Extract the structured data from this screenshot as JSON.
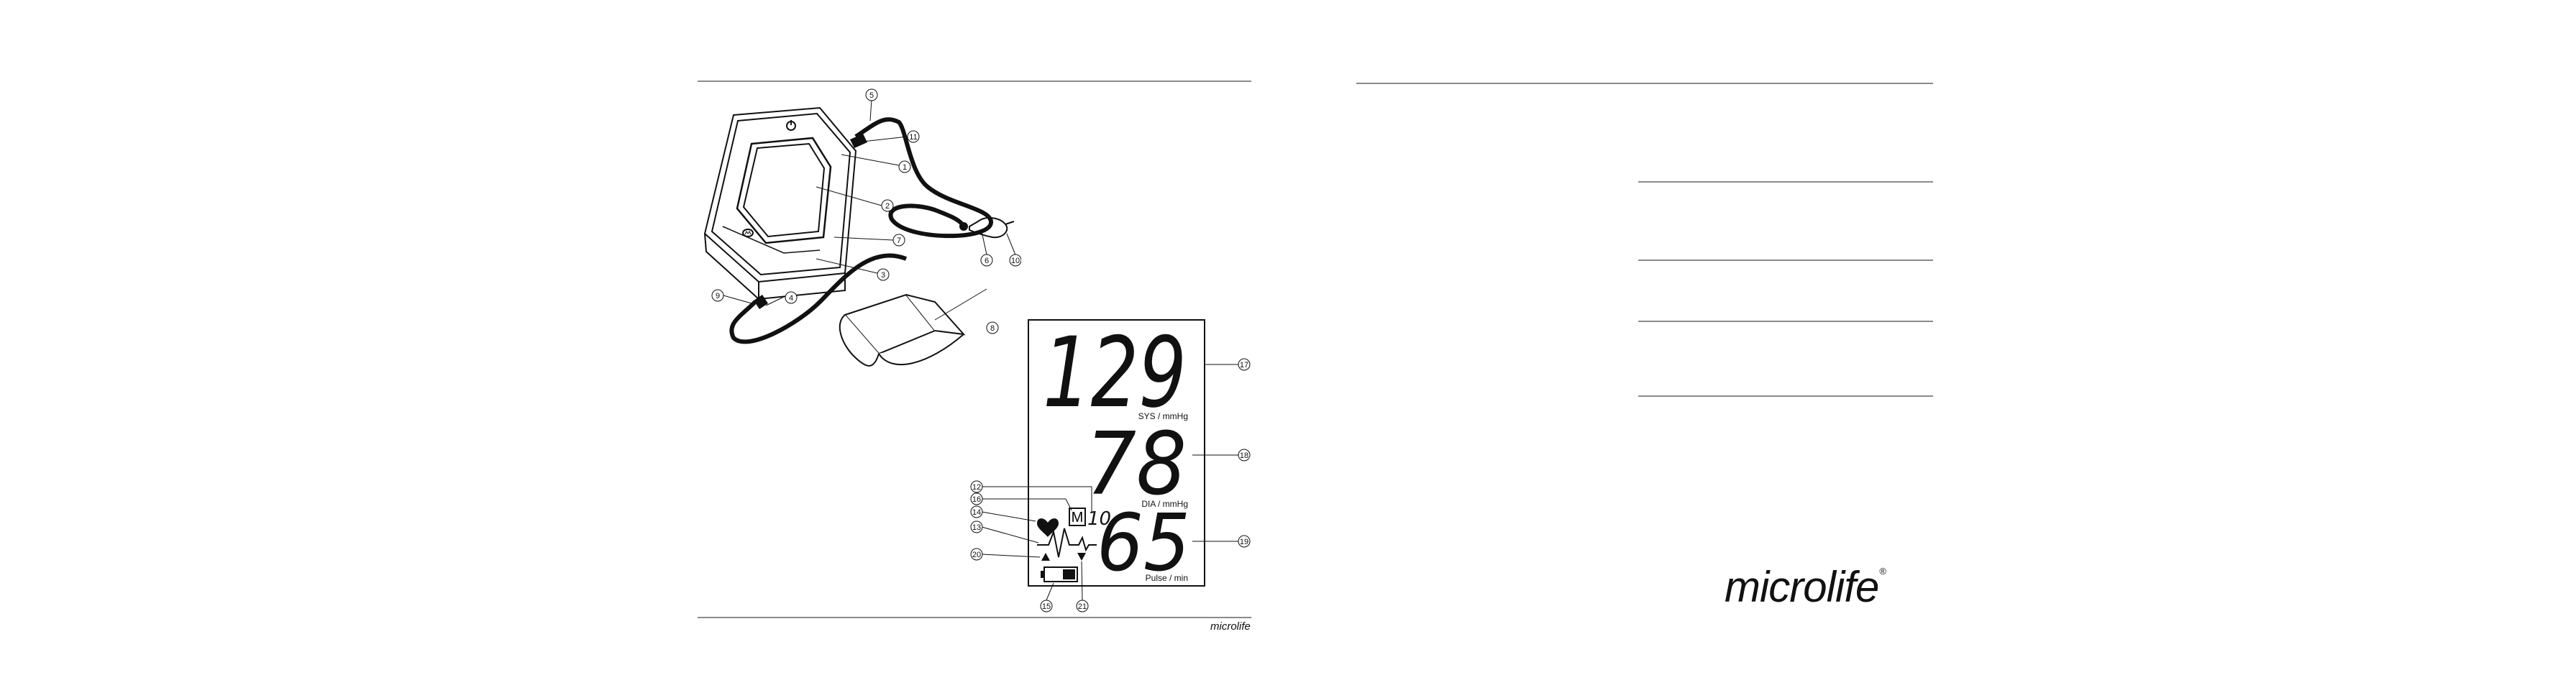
{
  "left_page": {
    "device_callouts": [
      "1",
      "2",
      "3",
      "4",
      "5",
      "6",
      "7",
      "8",
      "9",
      "10",
      "11"
    ],
    "display": {
      "systolic": "129",
      "systolic_unit": "SYS / mmHg",
      "diastolic": "78",
      "diastolic_unit": "DIA / mmHg",
      "pulse": "65",
      "pulse_unit": "Pulse / min",
      "memory_symbol": "M",
      "memory_number": "10",
      "callouts": [
        "12",
        "13",
        "14",
        "15",
        "16",
        "17",
        "18",
        "19",
        "20",
        "21"
      ]
    },
    "footer_brand": "microlife"
  },
  "right_page": {
    "brand_logo": "microlife",
    "trademark": "®"
  },
  "colors": {
    "rule": "#8a8a8a",
    "ink": "#111111"
  }
}
